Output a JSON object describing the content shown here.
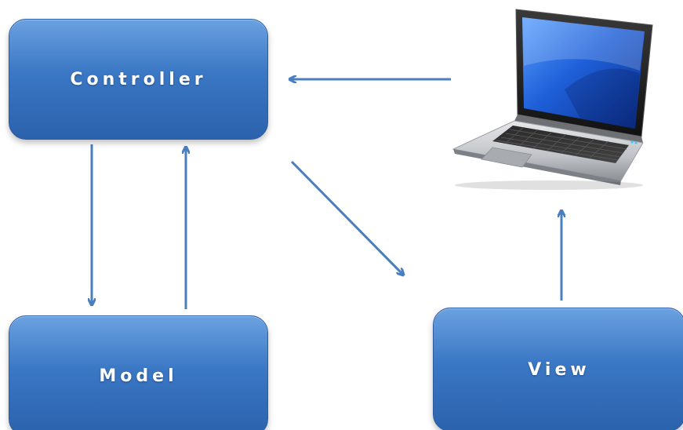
{
  "diagram": {
    "nodes": {
      "controller": {
        "label": "Controller"
      },
      "model": {
        "label": "Model"
      },
      "view": {
        "label": "View"
      }
    },
    "edges": [
      {
        "from": "laptop",
        "to": "controller"
      },
      {
        "from": "controller",
        "to": "model"
      },
      {
        "from": "model",
        "to": "controller"
      },
      {
        "from": "controller",
        "to": "view"
      },
      {
        "from": "view",
        "to": "laptop"
      }
    ]
  },
  "colors": {
    "box": "#3a77c4",
    "arrow": "#4a7fbf",
    "text": "#ffffff"
  },
  "icons": [
    "laptop-icon"
  ]
}
